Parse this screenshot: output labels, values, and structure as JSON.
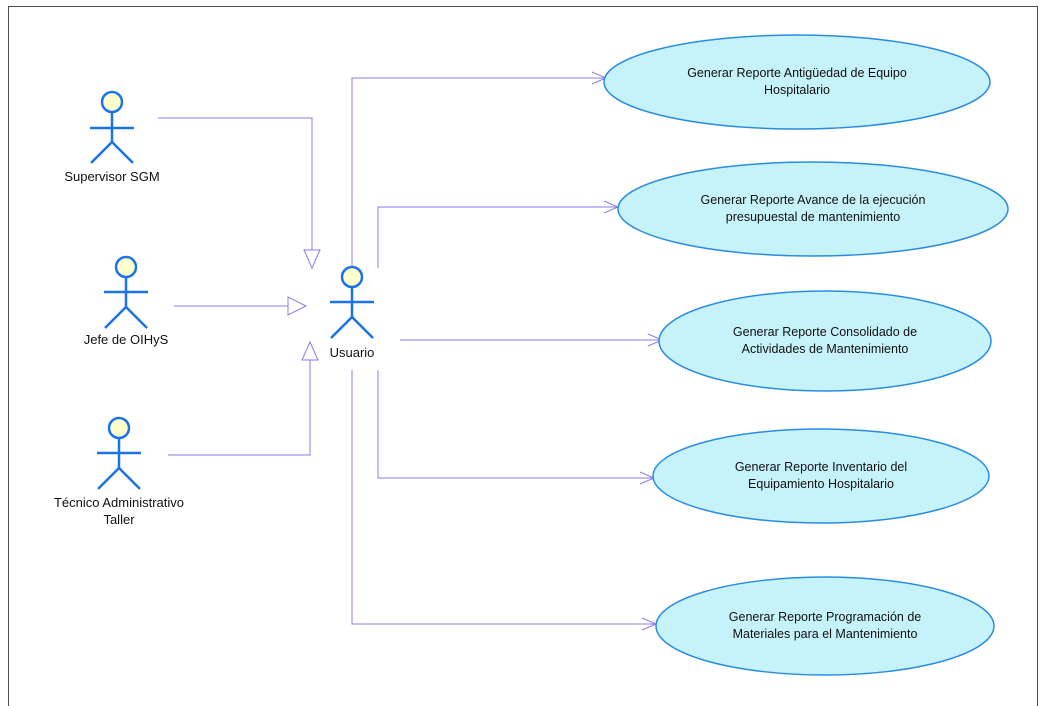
{
  "actors": {
    "supervisor": {
      "lines": [
        "Supervisor SGM"
      ]
    },
    "jefe": {
      "lines": [
        "Jefe de OIHyS"
      ]
    },
    "tecnico": {
      "lines": [
        "Técnico Administrativo",
        "Taller"
      ]
    },
    "usuario": {
      "lines": [
        "Usuario"
      ]
    }
  },
  "use_cases": [
    {
      "lines": [
        "Generar Reporte Antigüedad de Equipo",
        "Hospitalario"
      ]
    },
    {
      "lines": [
        "Generar Reporte Avance de la ejecución",
        "presupuestal de mantenimiento"
      ]
    },
    {
      "lines": [
        "Generar Reporte Consolidado de",
        "Actividades de Mantenimiento"
      ]
    },
    {
      "lines": [
        "Generar Reporte Inventario del",
        "Equipamiento Hospitalario"
      ]
    },
    {
      "lines": [
        "Generar Reporte Programación de",
        "Materiales para el Mantenimiento"
      ]
    }
  ],
  "colors": {
    "actor_head_fill": "#ffffcc",
    "actor_stroke": "#1a73e8",
    "use_case_fill": "#c6f2fa",
    "use_case_stroke": "#2a8ce0",
    "connector": "#8a7de8",
    "frame": "#4d4d4d"
  }
}
